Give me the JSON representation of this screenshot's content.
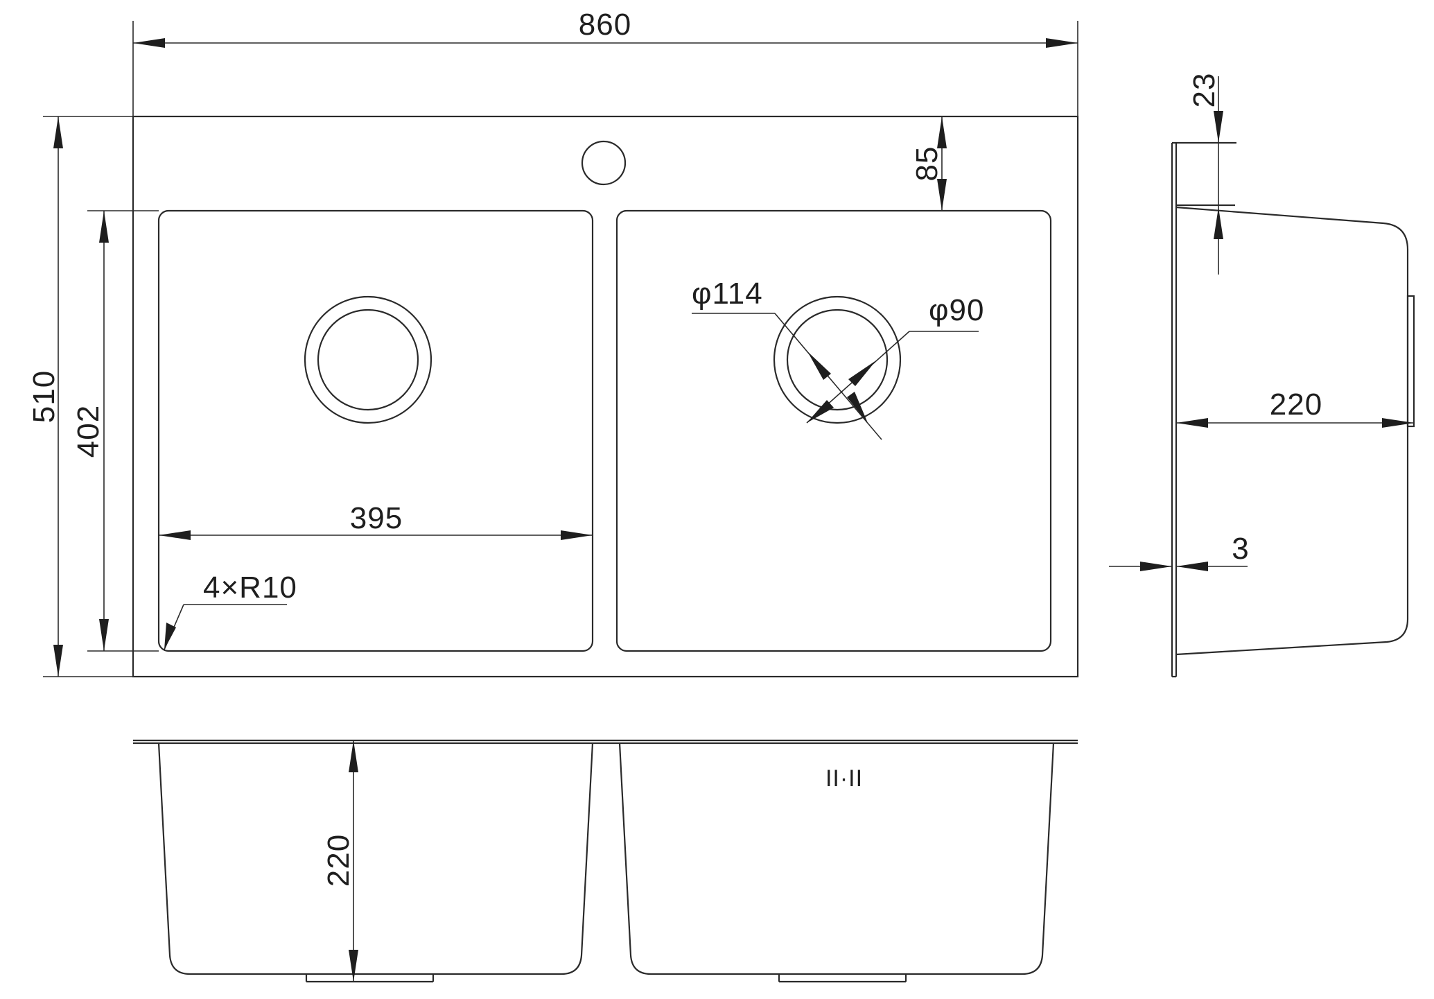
{
  "drawing": {
    "subject": "double bowl kitchen sink",
    "colors": {
      "line": "#2a2a2a",
      "text": "#1e1e1e",
      "background": "#ffffff"
    }
  },
  "dimensions": {
    "overall_width": "860",
    "overall_depth": "510",
    "bowl_depth_inner": "402",
    "bowl_width": "395",
    "faucet_offset": "85",
    "corner_radius": "4×R10",
    "drain_outer_diameter": "φ114",
    "drain_inner_diameter": "φ90",
    "bowl_height": "220",
    "side_height": "220",
    "flange_height": "23",
    "flange_thickness": "3"
  },
  "labels": {
    "overflow_mark": "II·II"
  }
}
